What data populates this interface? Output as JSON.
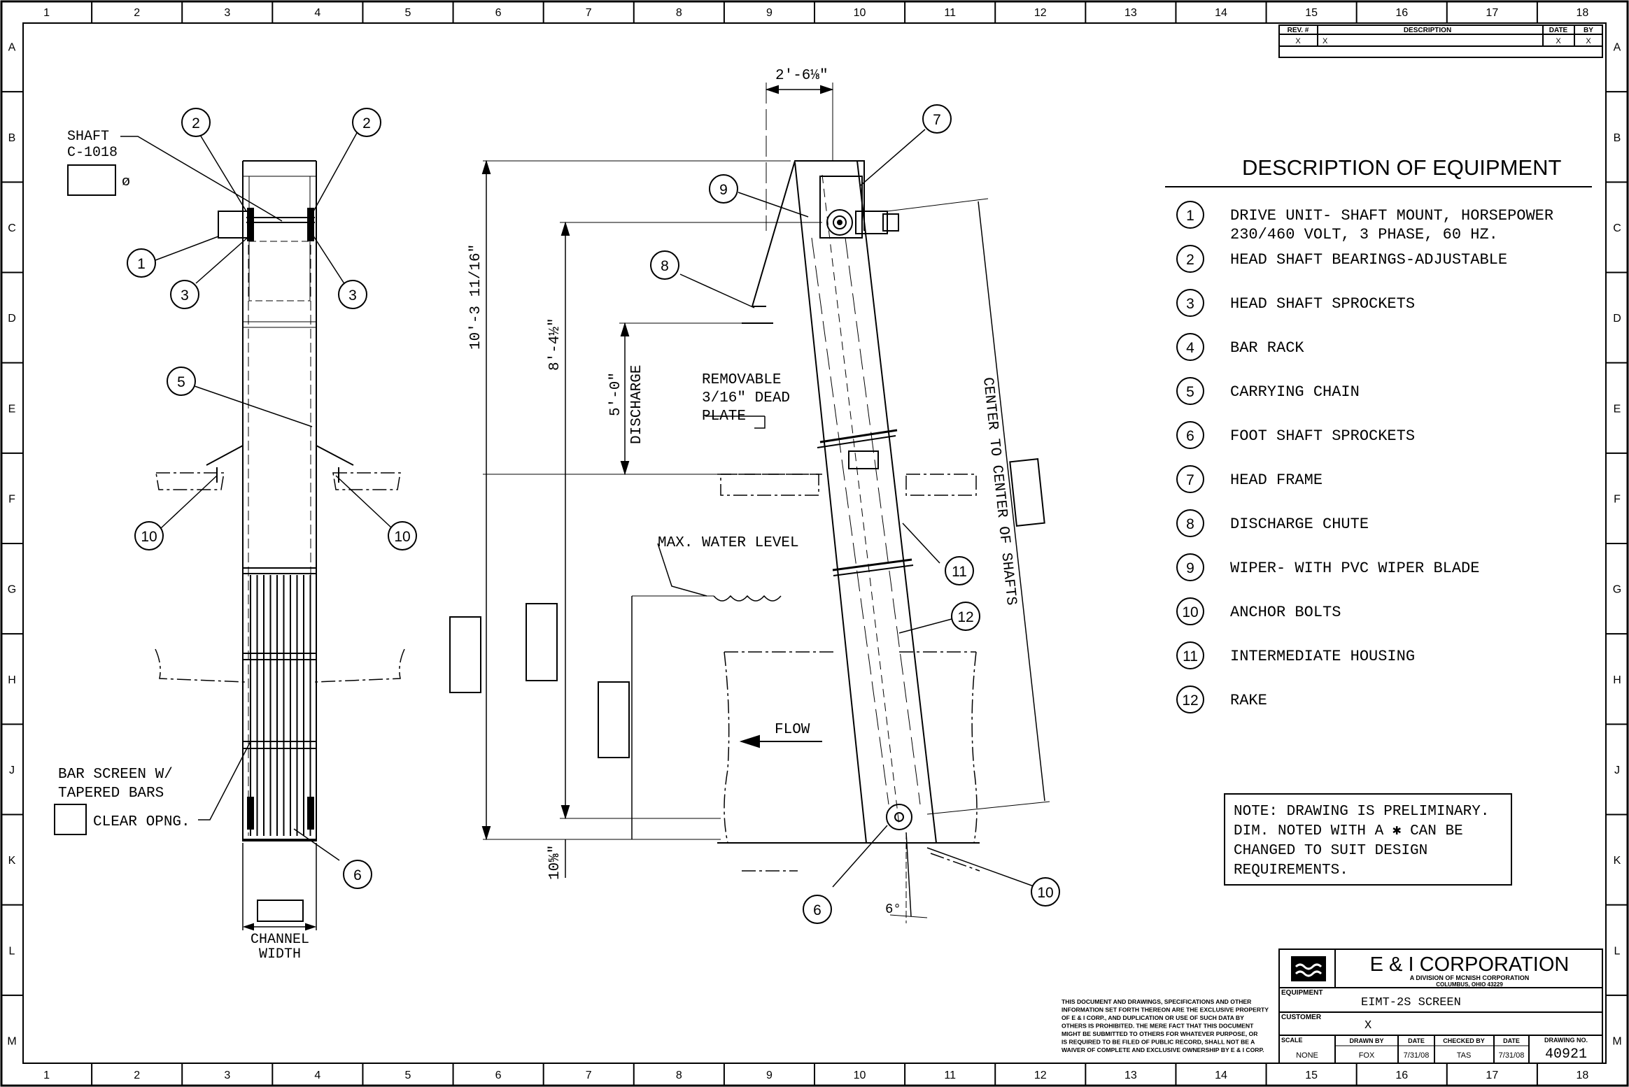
{
  "frame": {
    "columns": [
      "1",
      "2",
      "3",
      "4",
      "5",
      "6",
      "7",
      "8",
      "9",
      "10",
      "11",
      "12",
      "13",
      "14",
      "15",
      "16",
      "17",
      "18"
    ],
    "rows": [
      "A",
      "B",
      "C",
      "D",
      "E",
      "F",
      "G",
      "H",
      "J",
      "K",
      "L",
      "M"
    ]
  },
  "revision_block": {
    "headers": [
      "REV. #",
      "DESCRIPTION",
      "DATE",
      "BY"
    ],
    "row": [
      "X",
      "X",
      "X",
      "X"
    ]
  },
  "description": {
    "title": "DESCRIPTION OF EQUIPMENT",
    "items": [
      {
        "num": "1",
        "text": "DRIVE UNIT- SHAFT MOUNT,    HORSEPOWER",
        "text2": "230/460 VOLT, 3 PHASE, 60 HZ."
      },
      {
        "num": "2",
        "text": "HEAD SHAFT BEARINGS-ADJUSTABLE"
      },
      {
        "num": "3",
        "text": "HEAD SHAFT SPROCKETS"
      },
      {
        "num": "4",
        "text": "BAR RACK"
      },
      {
        "num": "5",
        "text": "CARRYING CHAIN"
      },
      {
        "num": "6",
        "text": "FOOT SHAFT SPROCKETS"
      },
      {
        "num": "7",
        "text": "HEAD FRAME"
      },
      {
        "num": "8",
        "text": "DISCHARGE CHUTE"
      },
      {
        "num": "9",
        "text": "WIPER- WITH PVC WIPER BLADE"
      },
      {
        "num": "10",
        "text": "ANCHOR BOLTS"
      },
      {
        "num": "11",
        "text": "INTERMEDIATE HOUSING"
      },
      {
        "num": "12",
        "text": "RAKE"
      }
    ]
  },
  "note": {
    "lines": [
      "NOTE: DRAWING IS PRELIMINARY.",
      "DIM. NOTED WITH A ✱ CAN BE",
      "CHANGED TO SUIT DESIGN",
      "REQUIREMENTS."
    ]
  },
  "front_view": {
    "shaft_label": "SHAFT",
    "shaft_material": "C-1018",
    "diameter_symbol": "ø",
    "bar_screen_label_1": "BAR SCREEN W/",
    "bar_screen_label_2": "TAPERED BARS",
    "clear_opening": "CLEAR OPNG.",
    "channel_label_1": "CHANNEL",
    "channel_label_2": "WIDTH"
  },
  "side_view": {
    "dim_top": "2′-6⅛″",
    "dim_overall": "10′-3 11/16″",
    "dim_discharge_height": "8′-4½″",
    "dim_discharge": "5′-0″",
    "discharge_label": "DISCHARGE",
    "dim_bottom": "10⅝″",
    "dead_plate_1": "REMOVABLE",
    "dead_plate_2": "3/16″ DEAD",
    "dead_plate_3": "PLATE",
    "max_water": "MAX. WATER LEVEL",
    "flow": "FLOW",
    "center_shafts": "CENTER TO CENTER OF SHAFTS",
    "angle": "6°"
  },
  "title_block": {
    "company": "E & I CORPORATION",
    "division": "A DIVISION OF MCNISH CORPORATION",
    "city": "COLUMBUS, OHIO 43229",
    "equipment_label": "EQUIPMENT",
    "equipment": "EIMT-2S   SCREEN",
    "customer_label": "CUSTOMER",
    "customer": "X",
    "scale_label": "SCALE",
    "scale": "NONE",
    "drawn_by_label": "DRAWN BY",
    "drawn_by": "FOX",
    "date_label": "DATE",
    "drawn_date": "7/31/08",
    "checked_by_label": "CHECKED BY",
    "checked_by": "TAS",
    "checked_date": "7/31/08",
    "drawing_no_label": "DRAWING NO.",
    "drawing_no": "40921"
  },
  "disclaimer": [
    "THIS DOCUMENT AND DRAWINGS, SPECIFICATIONS AND OTHER",
    "INFORMATION SET FORTH THEREON ARE THE EXCLUSIVE PROPERTY",
    "OF E & I CORP., AND DUPLICATION OR USE OF SUCH DATA BY",
    "OTHERS IS PROHIBITED. THE MERE FACT THAT THIS DOCUMENT",
    "MIGHT BE SUBMITTED TO OTHERS FOR WHATEVER PURPOSE, OR",
    "IS REQUIRED TO BE FILED OF PUBLIC RECORD, SHALL NOT BE A",
    "WAIVER OF COMPLETE AND EXCLUSIVE OWNERSHIP BY E & I CORP."
  ]
}
